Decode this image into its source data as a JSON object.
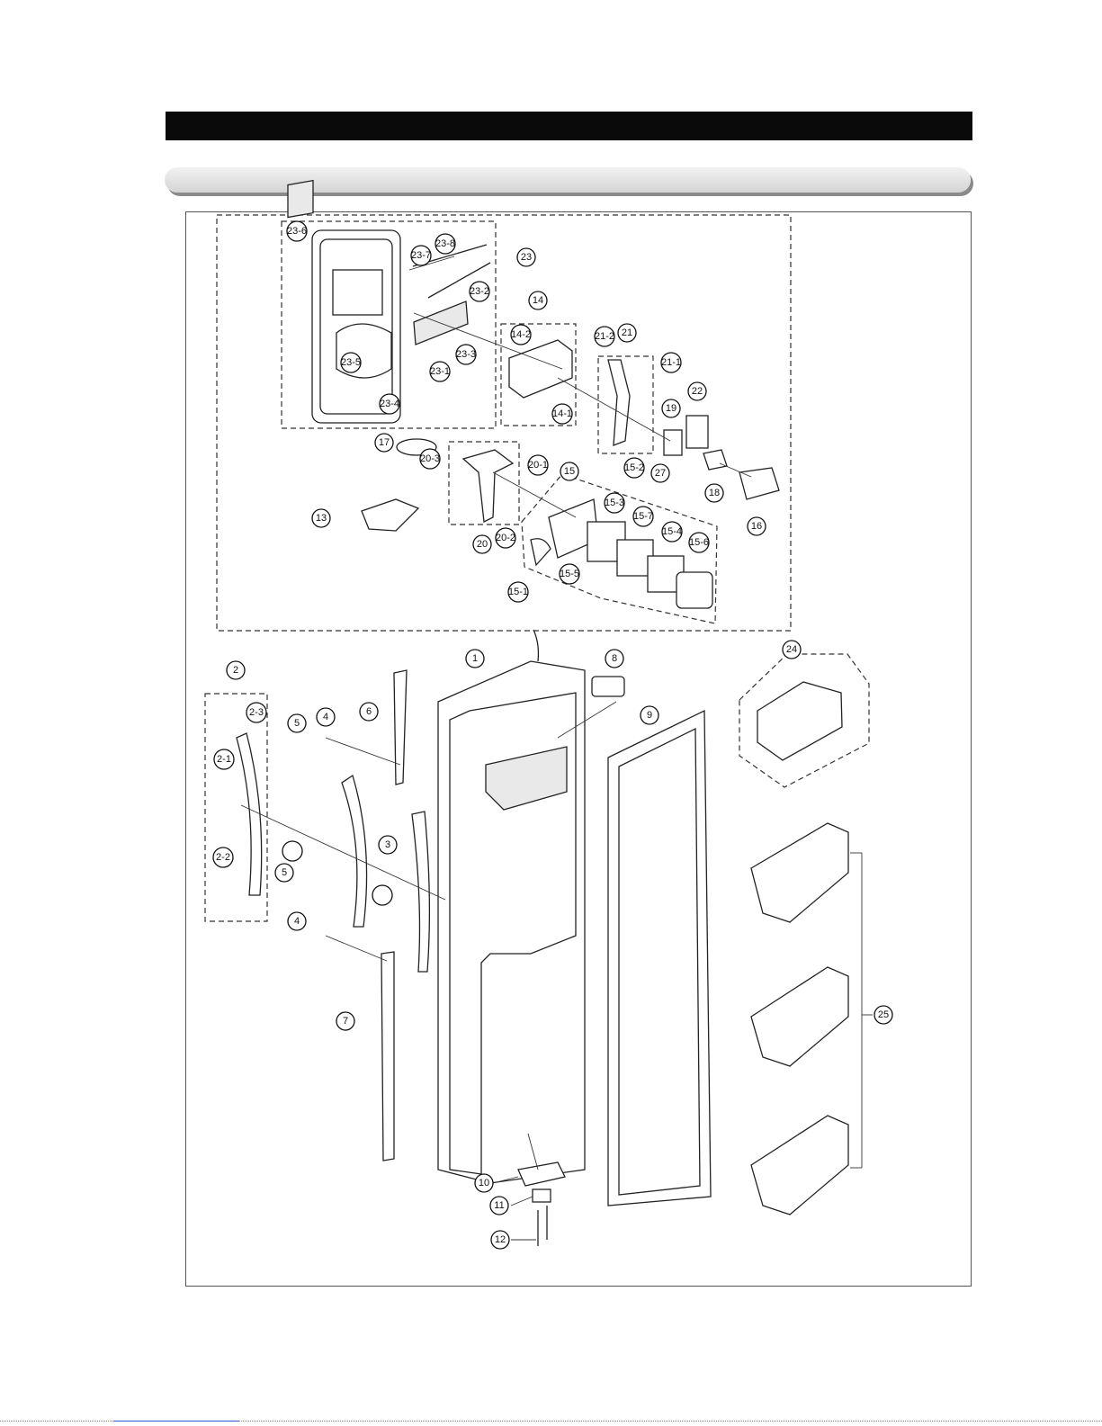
{
  "page": {
    "header_title": "",
    "section_title": ""
  },
  "callouts": {
    "c23_6": "23-6",
    "c23_7": "23-7",
    "c23_8": "23-8",
    "c23": "23",
    "c23_2": "23-2",
    "c14": "14",
    "c14_2": "14-2",
    "c21_2": "21-2",
    "c21": "21",
    "c21_1": "21-1",
    "c23_5": "23-5",
    "c23_1": "23-1",
    "c23_3": "23-3",
    "c23_4": "23-4",
    "c14_1": "14-1",
    "c22": "22",
    "c19": "19",
    "c27": "27",
    "c17": "17",
    "c20_3": "20-3",
    "c20_1": "20-1",
    "c15": "15",
    "c15_2": "15-2",
    "c18": "18",
    "c16": "16",
    "c13": "13",
    "c15_3": "15-3",
    "c15_7": "15-7",
    "c15_4": "15-4",
    "c15_6": "15-6",
    "c20": "20",
    "c20_2": "20-2",
    "c15_5": "15-5",
    "c15_1": "15-1",
    "c1": "1",
    "c8": "8",
    "c24": "24",
    "c2": "2",
    "c2_3": "2-3",
    "c5a": "5",
    "c4a": "4",
    "c6": "6",
    "c9": "9",
    "c2_1": "2-1",
    "c3": "3",
    "c2_2": "2-2",
    "c5b": "5",
    "c4b": "4",
    "c7": "7",
    "c25": "25",
    "c10": "10",
    "c11": "11",
    "c12": "12"
  }
}
